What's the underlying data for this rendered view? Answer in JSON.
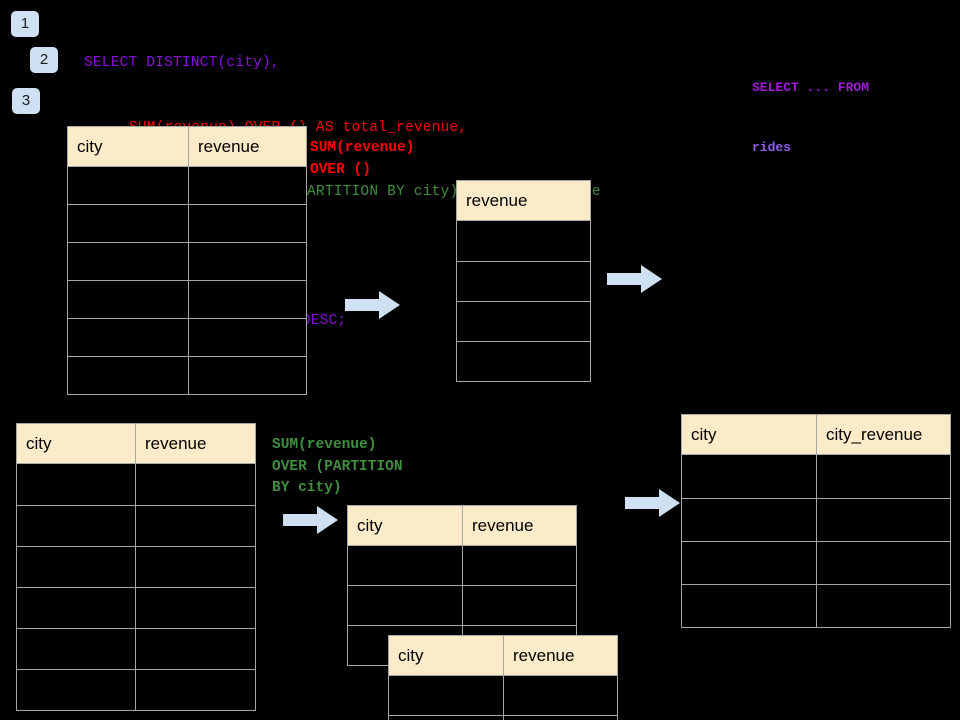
{
  "diagram": {
    "title": "SQL window function execution diagram",
    "background_color": "#000000",
    "header_fill": "#fcebc8",
    "grid_line_color": "#a6a6a6",
    "arrow_color": "#cfe0f3",
    "badge_color": "#cfe0f3"
  },
  "steps": [
    {
      "label": "1"
    },
    {
      "label": "2"
    },
    {
      "label": "3"
    }
  ],
  "sql": {
    "lines": [
      {
        "text": "SELECT DISTINCT(city),",
        "color": "#8a0ee0",
        "indent": 0
      },
      {
        "text": "SUM(revenue) OVER () AS total_revenue,",
        "color": "#ff0000",
        "indent": 3
      },
      {
        "text": "SUM(revenue) OVER (PARTITION BY city) as city_revenue",
        "color": "#3f8f3f",
        "indent": 3
      },
      {
        "text": "FROM rides",
        "color": "#8a0ee0",
        "indent": 1
      },
      {
        "text": "ORDER by city_revenue DESC;",
        "color": "#8a0ee0",
        "indent": 1
      }
    ]
  },
  "side_note": {
    "line1": "SELECT ... FROM",
    "line2": "rides",
    "color": "#a01ad8"
  },
  "annotations": [
    {
      "name": "sum-over-empty-annotation",
      "text": "SUM(revenue)\nOVER ()",
      "color": "#ff0000"
    },
    {
      "name": "sum-over-partition-annotation",
      "text": "SUM(revenue)\nOVER (PARTITION\nBY city)",
      "color": "#3f8f3f"
    }
  ],
  "tables": {
    "rides_source": {
      "name": "rides-source-table",
      "headers": [
        "city",
        "revenue"
      ],
      "row_count": 6,
      "rows": [
        [],
        [],
        [],
        [],
        [],
        []
      ]
    },
    "total_revenue": {
      "name": "total-revenue-table",
      "headers": [
        "revenue"
      ],
      "row_count": 4,
      "rows": [
        [],
        [],
        [],
        []
      ]
    },
    "rides_source_2": {
      "name": "rides-source-table-2",
      "headers": [
        "city",
        "revenue"
      ],
      "row_count": 6,
      "rows": [
        [],
        [],
        [],
        [],
        [],
        []
      ]
    },
    "partition_a": {
      "name": "partition-group-table-a",
      "headers": [
        "city",
        "revenue"
      ],
      "row_count": 3,
      "rows": [
        [],
        [],
        []
      ]
    },
    "partition_b": {
      "name": "partition-group-table-b",
      "headers": [
        "city",
        "revenue"
      ],
      "row_count": 2,
      "rows": [
        [],
        []
      ]
    },
    "city_revenue_result": {
      "name": "city-revenue-result-table",
      "headers": [
        "city",
        "city_revenue"
      ],
      "row_count": 4,
      "rows": [
        [],
        [],
        [],
        []
      ]
    }
  },
  "arrows": [
    {
      "name": "arrow-source-to-total"
    },
    {
      "name": "arrow-total-to-result"
    },
    {
      "name": "arrow-source2-to-partition"
    },
    {
      "name": "arrow-partition-to-result"
    }
  ]
}
